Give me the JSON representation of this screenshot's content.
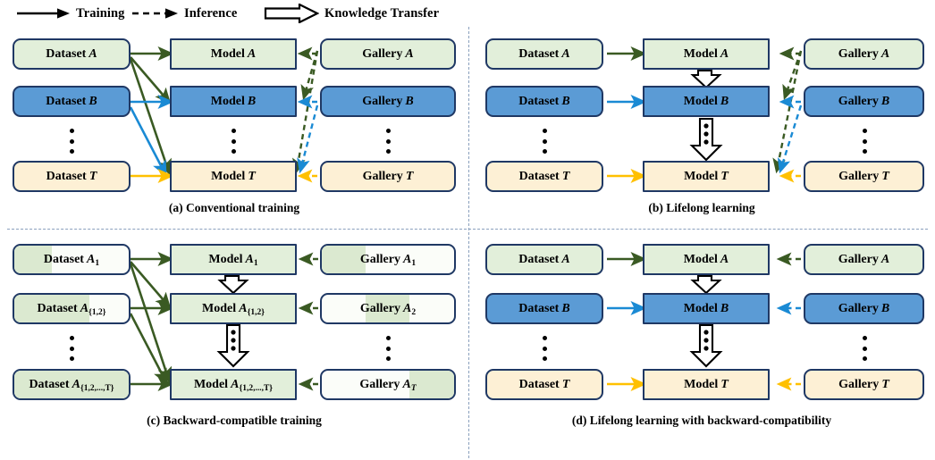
{
  "legend": {
    "items": [
      {
        "id": "training",
        "label": "Training",
        "icon": "solid-arrow-icon",
        "style": "solid",
        "color": "#000000"
      },
      {
        "id": "inference",
        "label": "Inference",
        "icon": "dashed-arrow-icon",
        "style": "dashed",
        "color": "#000000"
      },
      {
        "id": "knowledge_transfer",
        "label": "Knowledge Transfer",
        "icon": "block-arrow-icon",
        "style": "block",
        "color": "#000000"
      }
    ]
  },
  "colors": {
    "green_fill": "#e2efda",
    "blue_fill": "#5b9bd5",
    "yellow_fill": "#fdf0d5",
    "white_fill": "#fbfdf9",
    "border": "#1f3864",
    "green_arrow": "#3a5a23",
    "blue_arrow": "#1a8ad4",
    "yellow_arrow": "#ffc000",
    "divider": "#8aa0bd"
  },
  "panels": [
    {
      "id": "a",
      "caption": "(a) Conventional training",
      "columns": [
        "Dataset",
        "Model",
        "Gallery"
      ],
      "rows": [
        {
          "dataset": "Dataset A",
          "model": "Model A",
          "gallery": "Gallery A",
          "color": "green"
        },
        {
          "dataset": "Dataset B",
          "model": "Model B",
          "gallery": "Gallery B",
          "color": "blue"
        },
        {
          "dataset": "Dataset T",
          "model": "Model T",
          "gallery": "Gallery T",
          "color": "yellow"
        }
      ],
      "ellipsis": "vertical-dots",
      "knowledge_transfer": false
    },
    {
      "id": "b",
      "caption": "(b) Lifelong learning",
      "columns": [
        "Dataset",
        "Model",
        "Gallery"
      ],
      "rows": [
        {
          "dataset": "Dataset A",
          "model": "Model A",
          "gallery": "Gallery A",
          "color": "green"
        },
        {
          "dataset": "Dataset B",
          "model": "Model B",
          "gallery": "Gallery B",
          "color": "blue"
        },
        {
          "dataset": "Dataset T",
          "model": "Model T",
          "gallery": "Gallery T",
          "color": "yellow"
        }
      ],
      "ellipsis": "vertical-dots",
      "knowledge_transfer": true
    },
    {
      "id": "c",
      "caption": "(c) Backward-compatible training",
      "columns": [
        "Dataset",
        "Model",
        "Gallery"
      ],
      "rows": [
        {
          "dataset": "Dataset A",
          "dataset_sub": "1",
          "model": "Model A",
          "model_sub": "1",
          "gallery": "Gallery A",
          "gallery_sub": "1",
          "color": "green-gradient",
          "fill_frac": 0.33
        },
        {
          "dataset": "Dataset A",
          "dataset_sub": "{1,2}",
          "model": "Model A",
          "model_sub": "{1,2}",
          "gallery": "Gallery A",
          "gallery_sub": "2",
          "color": "green-gradient",
          "fill_frac": 0.66
        },
        {
          "dataset": "Dataset A",
          "dataset_sub": "{1,2,...,T}",
          "model": "Model A",
          "model_sub": "{1,2,...,T}",
          "gallery": "Gallery A",
          "gallery_sub": "T",
          "color": "green-gradient",
          "fill_frac": 1.0
        }
      ],
      "ellipsis": "vertical-dots",
      "knowledge_transfer": true
    },
    {
      "id": "d",
      "caption": "(d) Lifelong learning with backward-compatibility",
      "columns": [
        "Dataset",
        "Model",
        "Gallery"
      ],
      "rows": [
        {
          "dataset": "Dataset A",
          "model": "Model A",
          "gallery": "Gallery A",
          "color": "green"
        },
        {
          "dataset": "Dataset B",
          "model": "Model B",
          "gallery": "Gallery B",
          "color": "blue"
        },
        {
          "dataset": "Dataset T",
          "model": "Model T",
          "gallery": "Gallery T",
          "color": "yellow"
        }
      ],
      "ellipsis": "vertical-dots",
      "knowledge_transfer": true
    }
  ]
}
